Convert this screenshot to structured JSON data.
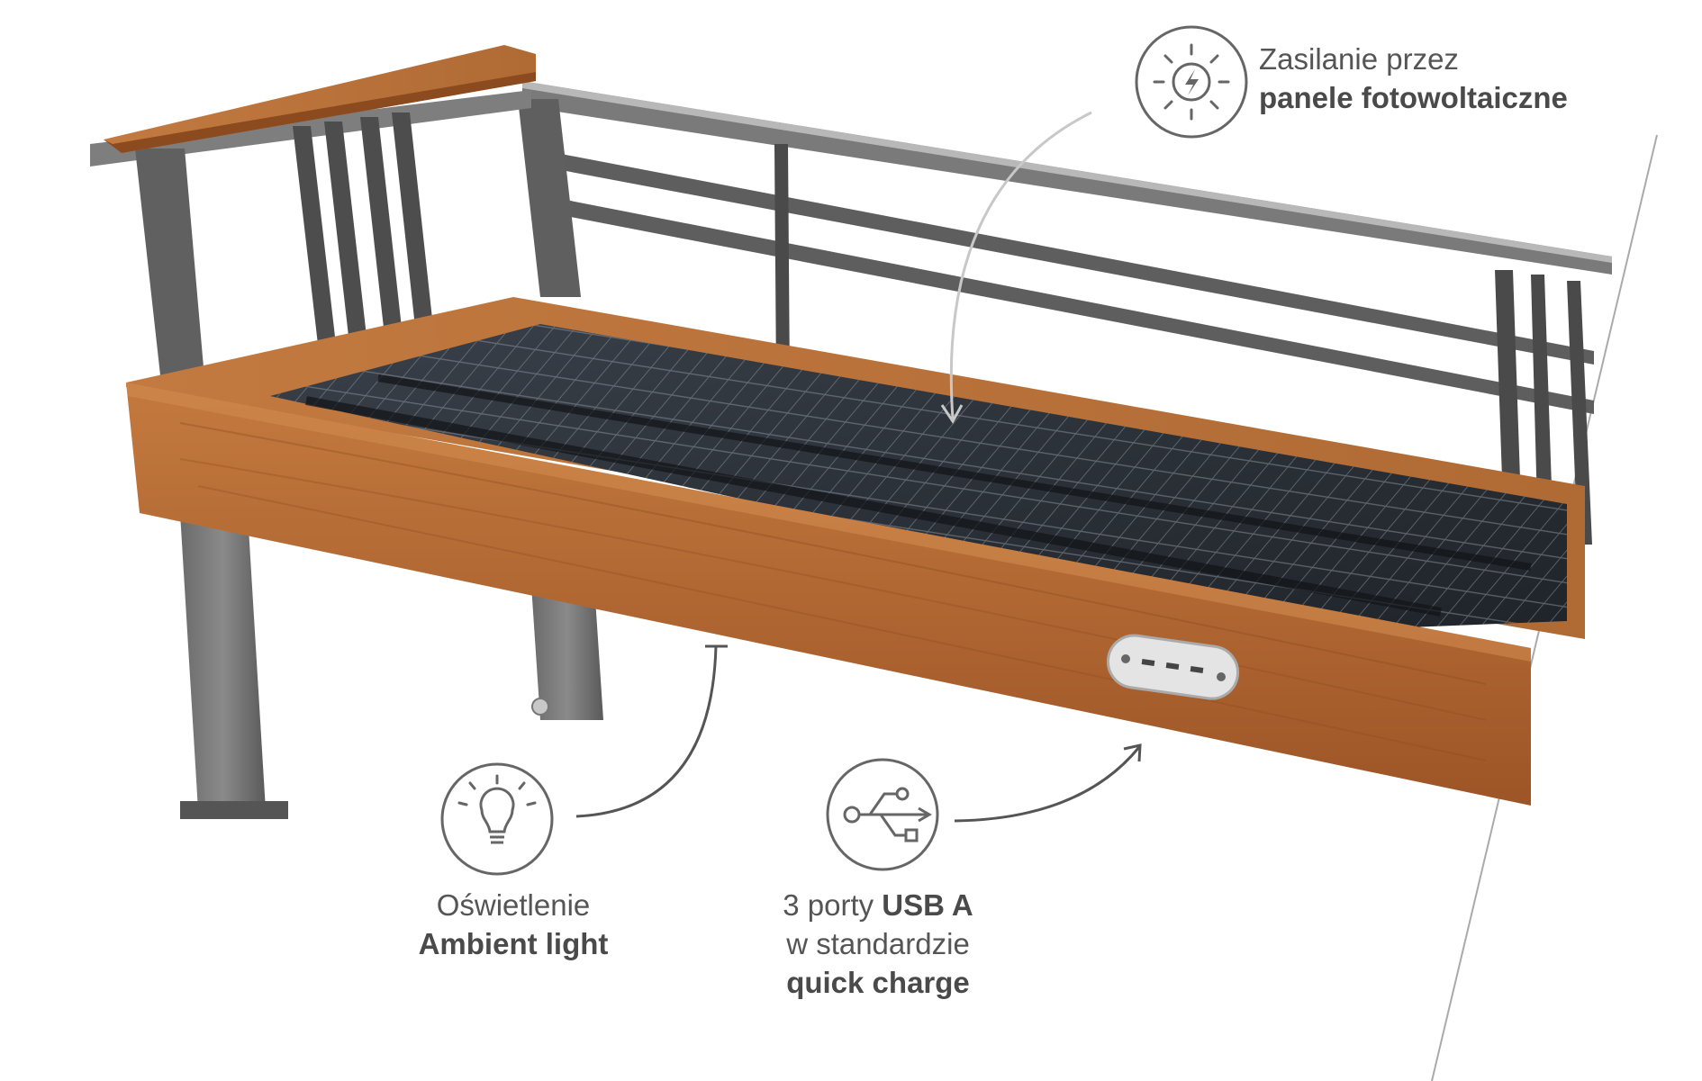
{
  "callouts": {
    "solar": {
      "icon": "solar-power-icon",
      "line1": "Zasilanie przez",
      "line2": "panele fotowoltaiczne"
    },
    "light": {
      "icon": "light-bulb-icon",
      "line1": "Oświetlenie",
      "line2": "Ambient light"
    },
    "usb": {
      "icon": "usb-icon",
      "line1_prefix": "3 porty ",
      "line1_bold": "USB A",
      "line2": "w standardzie",
      "line3": "quick charge"
    }
  },
  "colors": {
    "wood": "#b56a33",
    "wood_dark": "#8a4a20",
    "metal": "#5a5a5a",
    "metal_light": "#9a9a9a",
    "glass": "#2a2f36",
    "callout_gray": "#666666"
  }
}
